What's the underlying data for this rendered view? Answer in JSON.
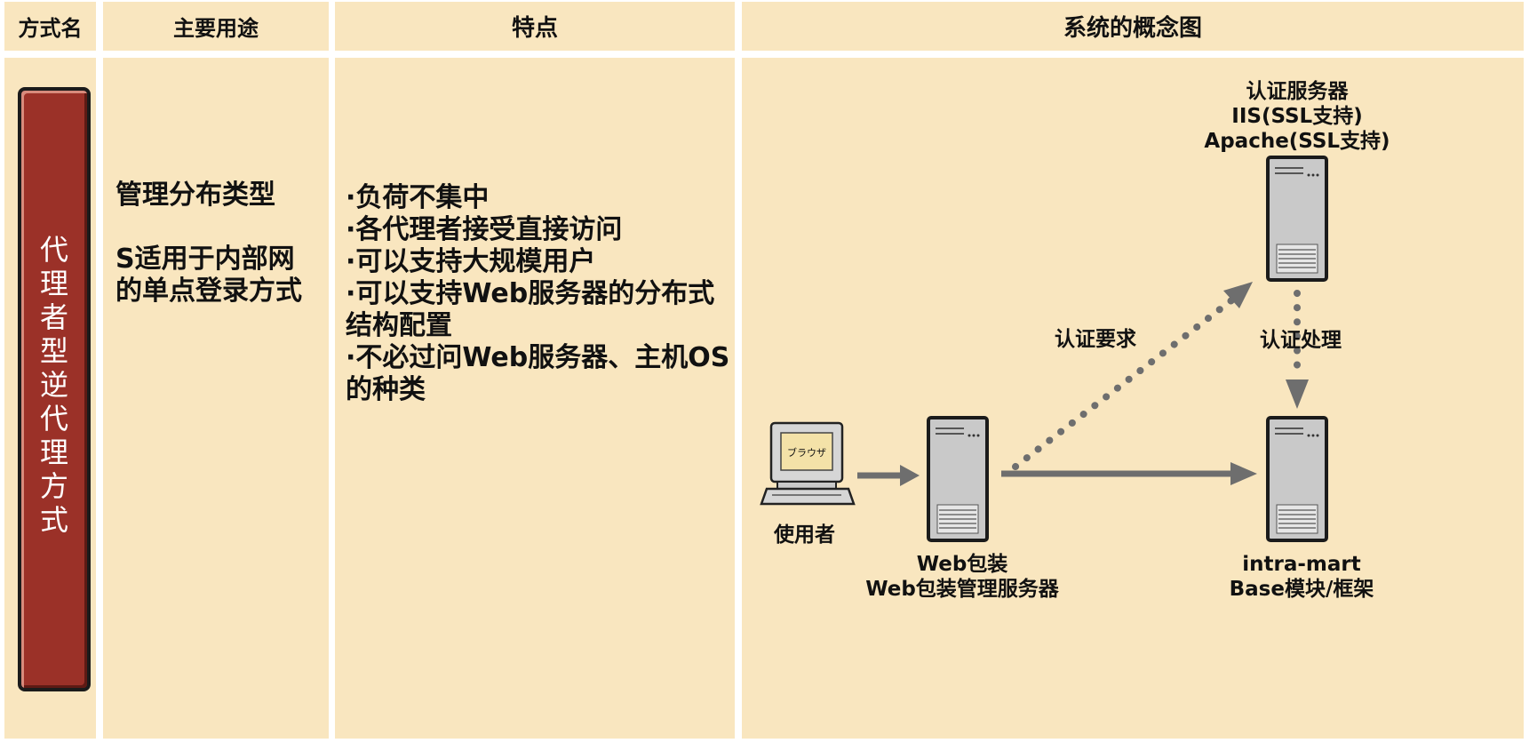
{
  "headers": {
    "method": "方式名",
    "purpose": "主要用途",
    "features": "特点",
    "concept": "系统的概念图"
  },
  "method_name": "代\n理\n者\n型\n逆\n代\n理\n方\n式",
  "purpose": "管理分布类型\n\nS适用于内部网\n的单点登录方式",
  "features": "·负荷不集中\n·各代理者接受直接访问\n·可以支持大规模用户\n·可以支持Web服务器的分布式\n结构配置\n·不必过问Web服务器、主机OS\n的种类",
  "diagram": {
    "browser_label": "ブラウザ",
    "user_label": "使用者",
    "web_server_label": "Web包装\nWeb包装管理服务器",
    "auth_server_label": "认证服务器\nIIS(SSL支持)\nApache(SSL支持)",
    "intramart_label": "intra-mart\nBase模块/框架",
    "auth_request_label": "认证要求",
    "auth_process_label": "认证处理"
  },
  "colors": {
    "cell_bg": "#f9e6bf",
    "label_bar": "#9b3128",
    "arrow": "#6e6e6e",
    "server_body": "#c9c9c9"
  }
}
